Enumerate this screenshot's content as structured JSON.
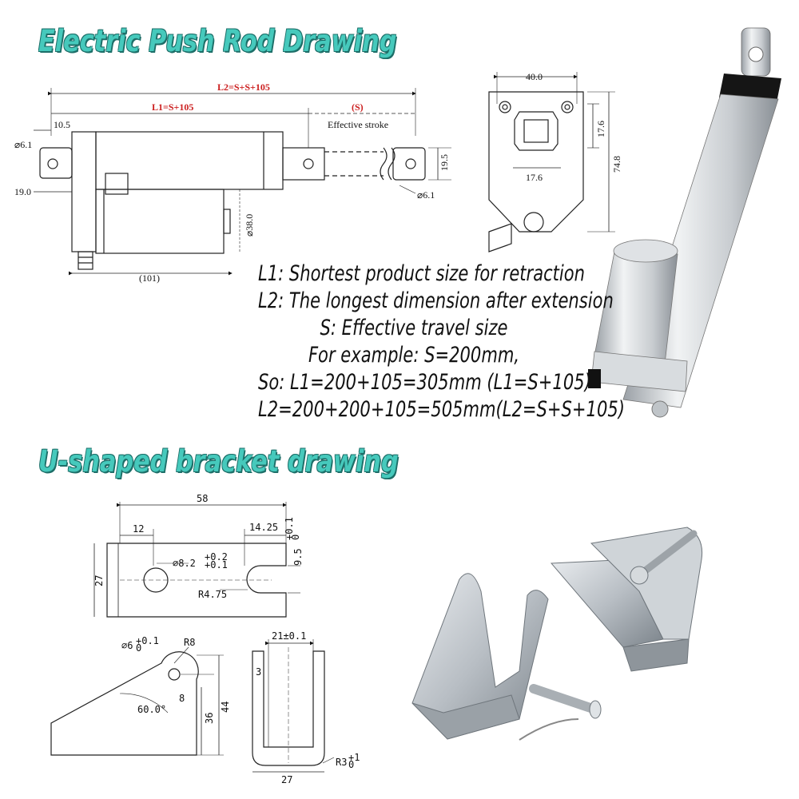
{
  "titles": {
    "push_rod": "Electric Push Rod Drawing",
    "bracket": "U-shaped bracket drawing"
  },
  "description": {
    "line1": "L1: Shortest product size for retraction",
    "line2": "L2: The longest dimension after extension",
    "line3": "S: Effective travel size",
    "line4": "For example: S=200mm,",
    "line5": "So: L1=200+105=305mm (L1=S+105)",
    "line6": "L2=200+200+105=505mm(L2=S+S+105)"
  },
  "rod_dims": {
    "l2": "L2=S+S+105",
    "l1": "L1=S+105",
    "s": "(S)",
    "stroke": "Effective stroke",
    "d1": "10.5",
    "hole_left": "⌀6.1",
    "h19": "19.0",
    "h195": "19.5",
    "hole_right": "⌀6.1",
    "dia38": "⌀38.0",
    "len101": "(101)"
  },
  "end_dims": {
    "w40": "40.0",
    "h176": "17.6",
    "w176": "17.6",
    "h748": "74.8"
  },
  "bracket_dims": {
    "w58": "58",
    "w12": "12",
    "w1425": "14.25",
    "h95": "9.5",
    "tol95_up": "+0.1",
    "tol95_dn": "0",
    "h27": "27",
    "hole": "⌀8.2",
    "hole_tol_up": "+0.2",
    "hole_tol_dn": "+0.1",
    "r475": "R4.75",
    "side_hole": "⌀6",
    "side_tol_up": "+0.1",
    "side_tol_dn": "0",
    "r8": "R8",
    "d8": "8",
    "angle": "60.0°",
    "h36": "36",
    "h44": "44",
    "w21": "21±0.1",
    "t3": "3",
    "w27b": "27",
    "r3": "R3",
    "r3_tol_up": "+1",
    "r3_tol_dn": "0"
  },
  "colors": {
    "title_fill": "#46c9bc",
    "title_outline": "#1d6e68",
    "red_label": "#cc2020"
  }
}
